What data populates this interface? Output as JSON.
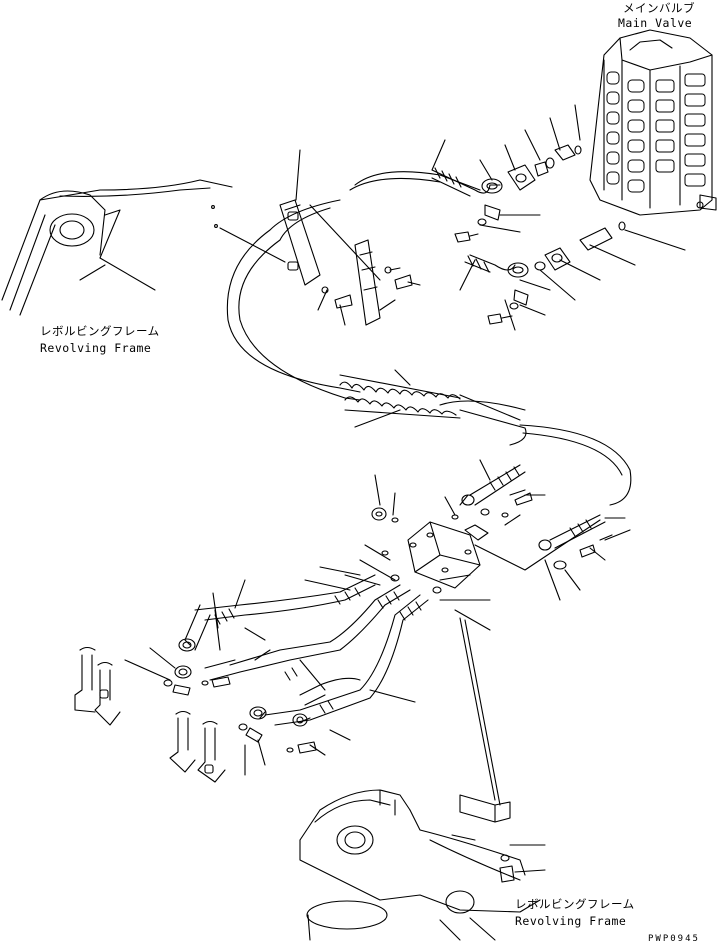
{
  "labels": {
    "main_valve_jp": "メインバルブ",
    "main_valve_en": "Main Valve",
    "frame_left_jp": "レボルビングフレーム",
    "frame_left_en": "Revolving Frame",
    "frame_bottom_jp": "レボルビングフレーム",
    "frame_bottom_en": "Revolving Frame",
    "drawing_code": "PWP0945"
  }
}
